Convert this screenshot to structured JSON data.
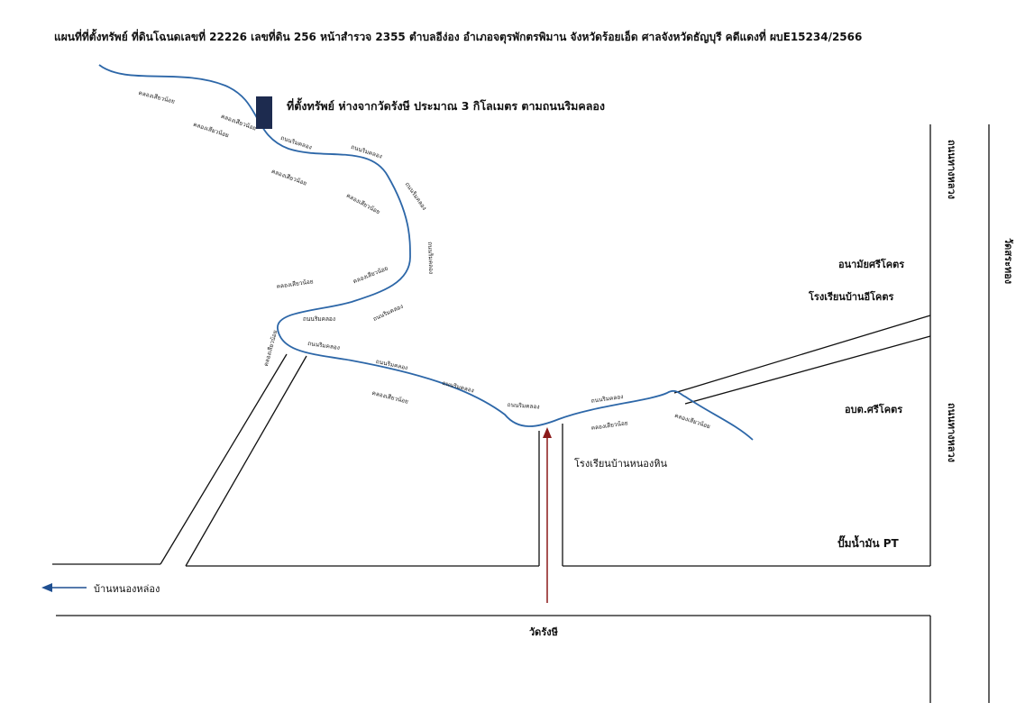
{
  "title": "แผนที่ที่ตั้งทรัพย์ ที่ดินโฉนดเลขที่ 22226 เลขที่ดิน 256 หน้าสำรวจ 2355 ตำบลอีง่อง อำเภอจตุรพักตรพิมาน จังหวัดร้อยเอ็ด ศาลจังหวัดธัญบุรี คดีแดงที่ ผบE15234/2566",
  "callout": "ที่ตั้งทรัพย์ ห่างจากวัดรังษี ประมาณ 3 กิโลเมตร ตามถนนริมคลอง",
  "places": {
    "health_center": "อนามัยศรีโคตร",
    "school_srikot": "โรงเรียนบ้านอีโคตร",
    "sao": "อบต.ศรีโคตร",
    "school_nonghin": "โรงเรียนบ้านหนองหิน",
    "gas_station": "ปั๊มน้ำมัน PT",
    "ban_nong_hlong": "บ้านหนองหล่อง",
    "wat_rangsi": "วัดรังษี",
    "wat_right": "วัดสระทอง",
    "highway_upper": "ถนนทางหลวง",
    "highway_lower": "ถนนทางหลวง"
  },
  "small_labels": {
    "canal": "คลองเสียวน้อย",
    "road": "ถนนริมคลอง"
  },
  "colors": {
    "canal": "#2d67a8",
    "property": "#1d2b4f",
    "arrow_red": "#8b1a1a",
    "arrow_blue": "#1f4f91",
    "road": "#111111"
  }
}
